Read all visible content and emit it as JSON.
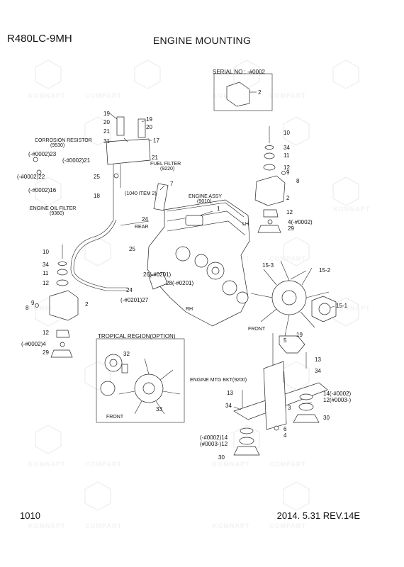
{
  "header": {
    "model": "R480LC-9MH",
    "title": "ENGINE MOUNTING"
  },
  "footer": {
    "page": "1010",
    "revision": "2014. 5.31  REV.14E"
  },
  "watermark": {
    "brand_a": "KOMNAPT",
    "brand_b": "COMPART",
    "color": "#ececec"
  },
  "serial_box": {
    "title": "SERIAL NO : -#0002",
    "callout": "2"
  },
  "tropical": {
    "title": "TROPICAL REGION(OPTION)",
    "front": "FRONT",
    "callouts": [
      "32",
      "33"
    ]
  },
  "notes": {
    "corrosion": "CORROSION RESISTOR",
    "corrosion_code": "(9530)",
    "fuel": "FUEL FILTER",
    "fuel_code": "(9220)",
    "oil": "ENGINE OIL FILTER",
    "oil_code": "(9360)",
    "engine": "ENGINE ASSY",
    "engine_code": "(9010)",
    "item2": "(1040 ITEM 2)",
    "mtg_bkt": "ENGINE MTG BKT(9200)",
    "rear": "REAR",
    "lh": "LH",
    "rh": "RH",
    "front": "FRONT"
  },
  "callouts": {
    "c19a": "19",
    "c20a": "20",
    "c19b": "19",
    "c20b": "20",
    "c21a": "21",
    "c31": "31",
    "c17": "17",
    "c21b": "21",
    "c23": "(-#0002)23",
    "c21c": "(-#0002)21",
    "c22": "(-#0002)22",
    "c25a": "25",
    "c16": "(-#0002)16",
    "c18": "18",
    "c7": "7",
    "c1": "1",
    "c24a": "24",
    "c10l": "10",
    "c34l": "34",
    "c11l": "11",
    "c12l": "12",
    "c9l": "9",
    "c8l": "8",
    "c2l": "2",
    "c12l2": "12",
    "c4l": "(-#0002)4",
    "c29l": "29",
    "c25b": "25",
    "c26": "26(-#0201)",
    "c24b": "24",
    "c28": "28(-#0201)",
    "c27": "(-#0201)27",
    "c10r": "10",
    "c34r": "34",
    "c11r": "11",
    "c12r": "12",
    "c9r": "9",
    "c8r": "8",
    "c2r": "2",
    "c12r2": "12",
    "c4r": "4(-#0002)",
    "c29r": "29",
    "c15_3": "15-3",
    "c15_2": "15-2",
    "c15_1": "15-1",
    "c19c": "19",
    "c5": "5",
    "c13a": "13",
    "c34a": "34",
    "c13b": "13",
    "c34b": "34",
    "c3": "3",
    "c14a": "14(-#0002)",
    "c12a": "12(#0003-)",
    "c30a": "30",
    "c6": "6",
    "c4b": "4",
    "c14b": "(-#0002)14",
    "c12b": "(#0003-)12",
    "c30b": "30"
  }
}
